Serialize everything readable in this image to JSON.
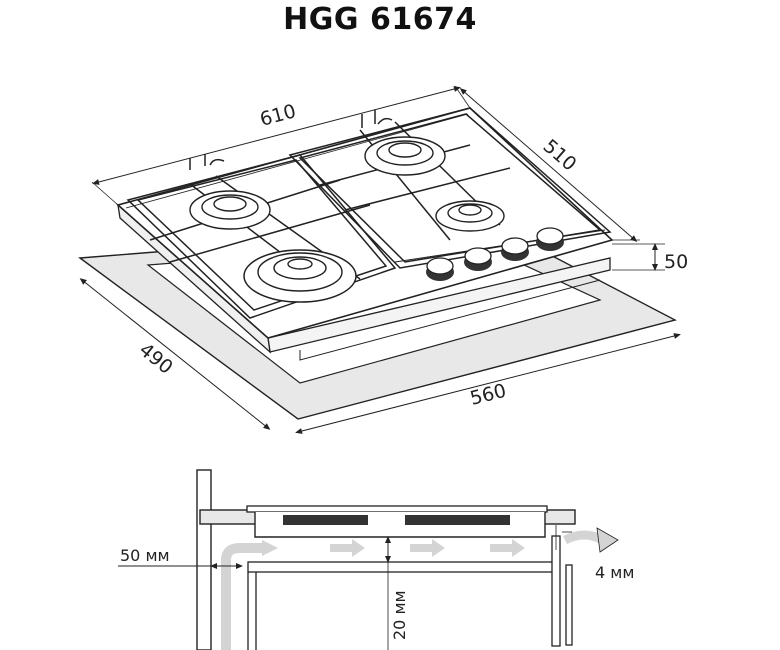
{
  "title": "HGG 61674",
  "dimensions": {
    "width": "610",
    "depth": "510",
    "height": "50",
    "cutout_depth": "490",
    "cutout_width": "560"
  },
  "installation": {
    "side_gap": "50 мм",
    "rear_gap": "4 мм",
    "bottom_gap": "20 мм"
  },
  "colors": {
    "line": "#222222",
    "cutout_fill": "#e6e6e6",
    "arrow_fill": "#d4d4d4"
  }
}
